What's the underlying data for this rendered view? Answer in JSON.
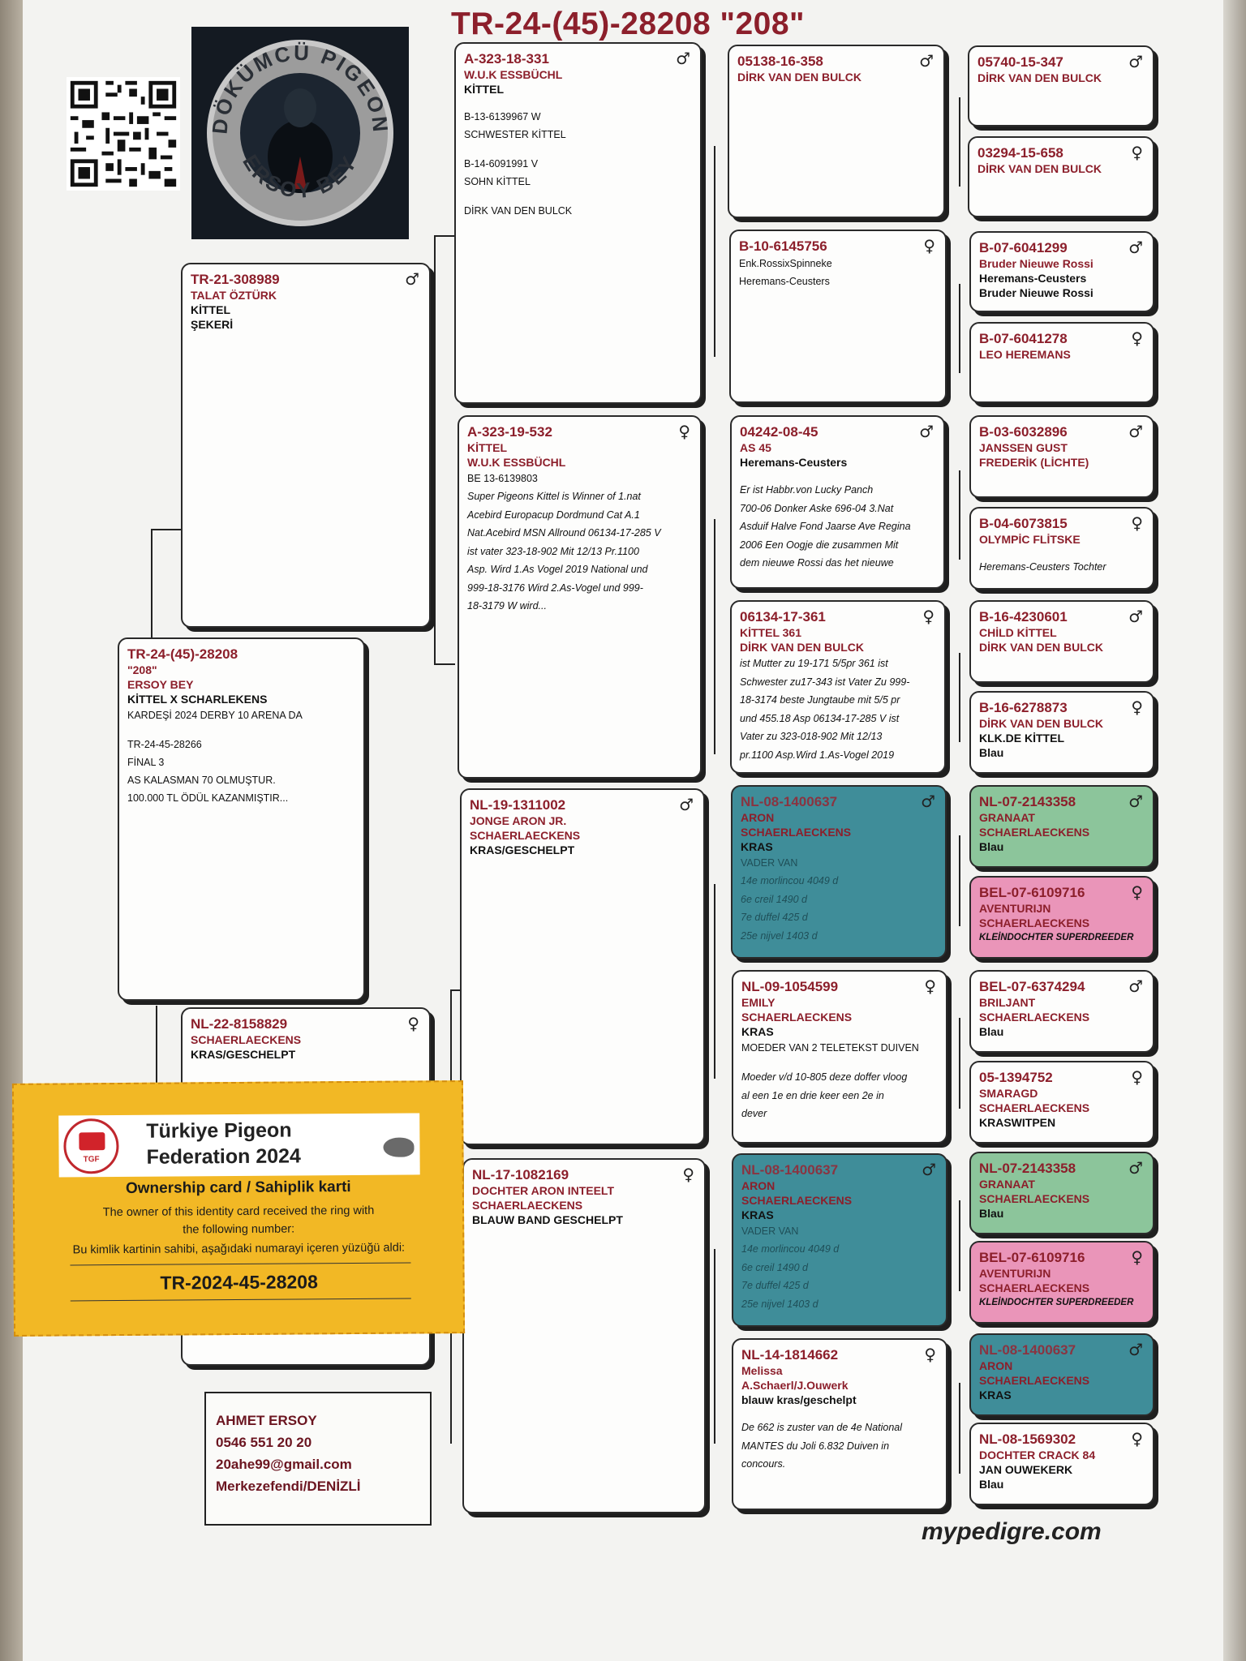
{
  "title": "TR-24-(45)-28208  \"208\"",
  "logo": {
    "top_text": "DÖKÜMCÜ PIGEON",
    "bottom_text": "ERSOY BEY"
  },
  "pigeon": {
    "ring": "TR-24-(45)-28208",
    "name": "\"208\"",
    "owner": "ERSOY BEY",
    "strain": "KİTTEL X SCHARLEKENS",
    "notes": [
      "KARDEŞİ 2024 DERBY 10 ARENA DA",
      "TR-24-45-28266",
      "FİNAL 3",
      "AS KALASMAN 70 OLMUŞTUR.",
      "100.000 TL ÖDÜL KAZANMIŞTIR..."
    ]
  },
  "sire": {
    "ring": "TR-21-308989",
    "breeder": "TALAT ÖZTÜRK",
    "line1": "KİTTEL",
    "line2": "ŞEKERİ",
    "sex": "♂"
  },
  "dam": {
    "ring": "NL-22-8158829",
    "breeder": "SCHAERLAECKENS",
    "line1": "KRAS/GESCHELPT",
    "sex": "♀"
  },
  "gen2": {
    "ss": {
      "ring": "A-323-18-331",
      "breeder": "W.U.K ESSBÜCHL",
      "name": "KİTTEL",
      "notes": [
        "B-13-6139967 W",
        "SCHWESTER KİTTEL",
        "B-14-6091991 V",
        "SOHN KİTTEL",
        "DİRK VAN DEN BULCK"
      ],
      "sex": "♂"
    },
    "sd": {
      "ring": "A-323-19-532",
      "name": "KİTTEL",
      "breeder": "W.U.K ESSBÜCHL",
      "ref": "BE 13-6139803",
      "notes": [
        "Super Pigeons Kittel is Winner of 1.nat",
        "Acebird Europacup Dordmund Cat A.1",
        "Nat.Acebird MSN Allround 06134-17-285 V",
        "ist vater 323-18-902 Mit 12/13 Pr.1100",
        "Asp. Wird 1.As Vogel 2019 National und",
        "999-18-3176 Wird 2.As-Vogel und 999-",
        "18-3179 W wird..."
      ],
      "sex": "♀"
    },
    "ds": {
      "ring": "NL-19-1311002",
      "name": "JONGE ARON JR.",
      "breeder": "SCHAERLAECKENS",
      "color": "KRAS/GESCHELPT",
      "sex": "♂"
    },
    "dd": {
      "ring": "NL-17-1082169",
      "name": "DOCHTER ARON INTEELT",
      "breeder": "SCHAERLAECKENS",
      "color": "BLAUW BAND GESCHELPT",
      "sex": "♀"
    }
  },
  "gen3": [
    {
      "ring": "05138-16-358",
      "l1": "DİRK VAN DEN BULCK",
      "sex": "♂"
    },
    {
      "ring": "B-10-6145756",
      "l1": "Enk.RossixSpinneke",
      "l2": "Heremans-Ceusters",
      "sex": "♀"
    },
    {
      "ring": "04242-08-45",
      "l1": "AS 45",
      "l2": "Heremans-Ceusters",
      "notes": [
        "Er ist Habbr.von Lucky Panch",
        "700-06 Donker Aske 696-04 3.Nat",
        "Asduif Halve Fond Jaarse Ave Regina",
        "2006 Een Oogje die zusammen Mit",
        "dem nieuwe Rossi das het nieuwe"
      ],
      "sex": "♂"
    },
    {
      "ring": "06134-17-361",
      "l1": "KİTTEL 361",
      "l2": "DİRK VAN DEN BULCK",
      "notes": [
        "ist Mutter zu 19-171 5/5pr 361 ist",
        "Schwester zu17-343 ist Vater Zu 999-",
        "18-3174 beste Jungtaube mit 5/5 pr",
        "und 455.18 Asp 06134-17-285 V ist",
        "Vater zu 323-018-902 Mit 12/13",
        "pr.1100 Asp.Wird 1.As-Vogel 2019"
      ],
      "sex": "♀"
    },
    {
      "ring": "NL-08-1400637",
      "l1": "ARON",
      "l2": "SCHAERLAECKENS",
      "l3": "KRAS",
      "notes": [
        "VADER VAN",
        "14e morlincou 4049 d",
        "6e creil 1490 d",
        "7e duffel 425 d",
        "25e nijvel 1403 d"
      ],
      "sex": "♂"
    },
    {
      "ring": "NL-09-1054599",
      "l1": "EMILY",
      "l2": "SCHAERLAECKENS",
      "l3": "KRAS",
      "notes": [
        "MOEDER VAN 2 TELETEKST DUIVEN",
        "Moeder v/d 10-805 deze doffer vloog",
        "al een 1e  en drie keer een 2e in",
        "dever"
      ],
      "sex": "♀"
    },
    {
      "ring": "NL-08-1400637",
      "l1": "ARON",
      "l2": "SCHAERLAECKENS",
      "l3": "KRAS",
      "notes": [
        "VADER VAN",
        "14e morlincou 4049 d",
        "6e creil 1490 d",
        "7e duffel 425 d",
        "25e nijvel 1403 d"
      ],
      "sex": "♂"
    },
    {
      "ring": "NL-14-1814662",
      "l1": "Melissa",
      "l2": "A.Schaerl/J.Ouwerk",
      "l3": "blauw kras/geschelpt",
      "notes": [
        "De 662 is zuster van de 4e National",
        "MANTES du Joli 6.832 Duiven in",
        "concours."
      ],
      "sex": "♀"
    }
  ],
  "gen4": [
    {
      "ring": "05740-15-347",
      "l1": "DİRK VAN DEN BULCK",
      "sex": "♂"
    },
    {
      "ring": "03294-15-658",
      "l1": "DİRK VAN DEN BULCK",
      "sex": "♀"
    },
    {
      "ring": "B-07-6041299",
      "l1": "Bruder Nieuwe Rossi",
      "l2": "Heremans-Ceusters",
      "l3": "Bruder Nieuwe Rossi",
      "sex": "♂"
    },
    {
      "ring": "B-07-6041278",
      "l1": "LEO HEREMANS",
      "sex": "♀"
    },
    {
      "ring": "B-03-6032896",
      "l1": "JANSSEN GUST",
      "l2": "FREDERİK (LİCHTE)",
      "sex": "♂"
    },
    {
      "ring": "B-04-6073815",
      "l1": "OLYMPİC FLİTSKE",
      "l2": "Heremans-Ceusters Tochter",
      "sex": "♀"
    },
    {
      "ring": "B-16-4230601",
      "l1": "CHİLD KİTTEL",
      "l2": "DİRK VAN DEN BULCK",
      "sex": "♂"
    },
    {
      "ring": "B-16-6278873",
      "l1": "DİRK VAN DEN BULCK",
      "l2": "KLK.DE KİTTEL",
      "l3": "Blau",
      "sex": "♀"
    },
    {
      "ring": "NL-07-2143358",
      "l1": "GRANAAT",
      "l2": "SCHAERLAECKENS",
      "l3": "Blau",
      "sex": "♂"
    },
    {
      "ring": "BEL-07-6109716",
      "l1": "AVENTURIJN",
      "l2": "SCHAERLAECKENS",
      "l3": "KLEİNDOCHTER SUPERDREEDER",
      "sex": "♀"
    },
    {
      "ring": "BEL-07-6374294",
      "l1": "BRILJANT",
      "l2": "SCHAERLAECKENS",
      "l3": "Blau",
      "sex": "♂"
    },
    {
      "ring": "05-1394752",
      "l1": "SMARAGD",
      "l2": "SCHAERLAECKENS",
      "l3": "KRASWITPEN",
      "sex": "♀"
    },
    {
      "ring": "NL-07-2143358",
      "l1": "GRANAAT",
      "l2": "SCHAERLAECKENS",
      "l3": "Blau",
      "sex": "♂"
    },
    {
      "ring": "BEL-07-6109716",
      "l1": "AVENTURIJN",
      "l2": "SCHAERLAECKENS",
      "l3": "KLEİNDOCHTER SUPERDREEDER",
      "sex": "♀"
    },
    {
      "ring": "NL-08-1400637",
      "l1": "ARON",
      "l2": "SCHAERLAECKENS",
      "l3": "KRAS",
      "sex": "♂"
    },
    {
      "ring": "NL-08-1569302",
      "l1": "DOCHTER CRACK 84",
      "l2": "JAN OUWEKERK",
      "l3": "Blau",
      "sex": "♀"
    }
  ],
  "card": {
    "federation_line1": "Türkiye Pigeon",
    "federation_line2": "Federation 2024",
    "logo_text": "TGF",
    "heading": "Ownership card / Sahiplik karti",
    "text_en1": "The owner of this identity card received the ring with",
    "text_en2": "the following number:",
    "text_tr": "Bu kimlik kartinin sahibi, aşağıdaki numarayi içeren yüzüğü aldi:",
    "ring": "TR-2024-45-28208"
  },
  "contact": {
    "name": "AHMET ERSOY",
    "phone": "0546 551 20 20",
    "email": "20ahe99@gmail.com",
    "city": "Merkezefendi/DENİZLİ"
  },
  "footer": "mypedigre.com",
  "colors": {
    "ring_red": "#8c1f2b",
    "teal": "#3f8d99",
    "green": "#8cc59b",
    "pink": "#ea95b9",
    "card_yellow": "#f2b825"
  }
}
